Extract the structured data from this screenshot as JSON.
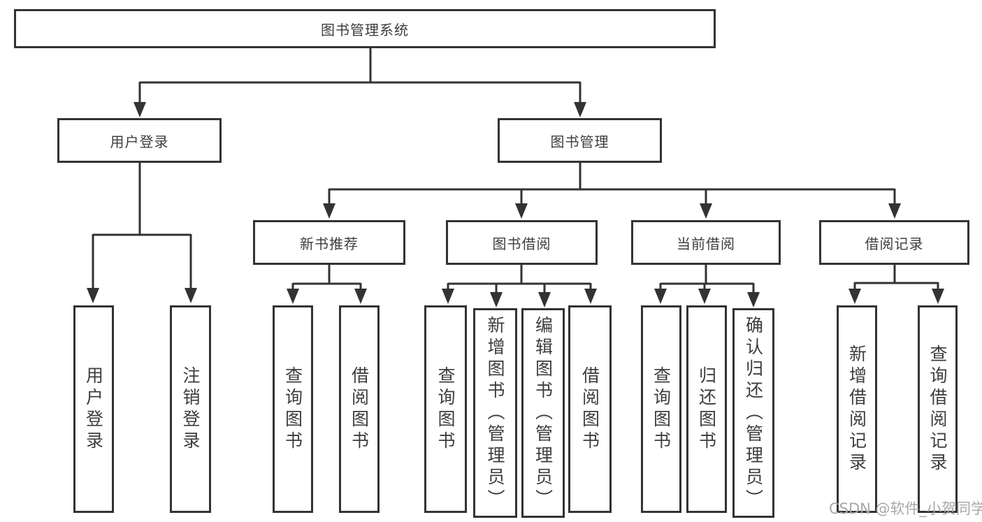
{
  "colors": {
    "line": "#333333",
    "text": "#3d3d3d",
    "box_background": "#ffffff",
    "page_background": "#ffffff",
    "watermark": "#a8a8a8"
  },
  "watermark": "CSDN @软件_小贺同学",
  "tree": {
    "label": "图书管理系统",
    "children": [
      {
        "label": "用户登录",
        "children": [
          {
            "label": "用户登录"
          },
          {
            "label": "注销登录"
          }
        ]
      },
      {
        "label": "图书管理",
        "children": [
          {
            "label": "新书推荐",
            "children": [
              {
                "label": "查询图书"
              },
              {
                "label": "借阅图书"
              }
            ]
          },
          {
            "label": "图书借阅",
            "children": [
              {
                "label": "查询图书"
              },
              {
                "label": "新增图书（管理员）"
              },
              {
                "label": "编辑图书（管理员）"
              },
              {
                "label": "借阅图书"
              }
            ]
          },
          {
            "label": "当前借阅",
            "children": [
              {
                "label": "查询图书"
              },
              {
                "label": "归还图书"
              },
              {
                "label": "确认归还（管理员）"
              }
            ]
          },
          {
            "label": "借阅记录",
            "children": [
              {
                "label": "新增借阅记录"
              },
              {
                "label": "查询借阅记录"
              }
            ]
          }
        ]
      }
    ]
  }
}
